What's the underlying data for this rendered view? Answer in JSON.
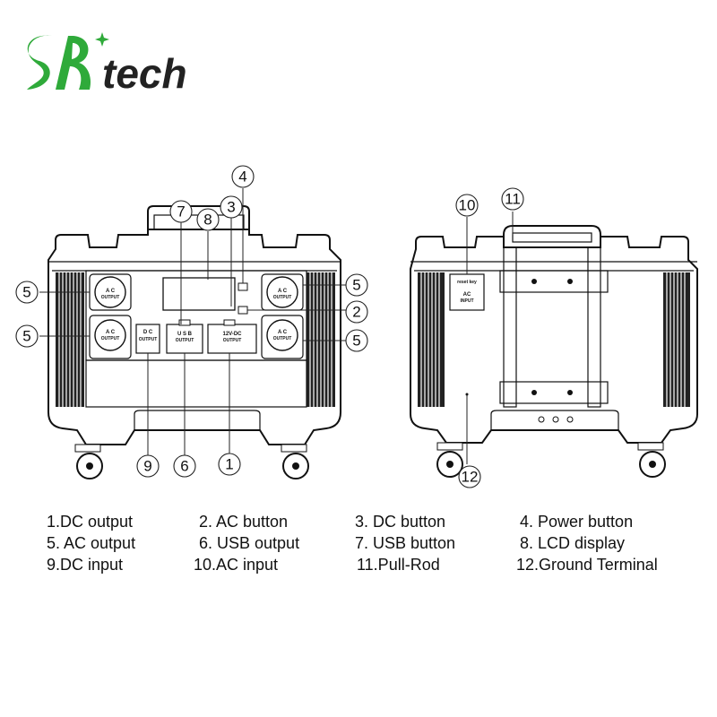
{
  "brand": {
    "logo_text": "SR tech",
    "accent_color": "#2faa3a",
    "text_color": "#222222"
  },
  "front_view": {
    "port_labels": {
      "ac": "A C",
      "output": "OUTPUT",
      "dc": "D C",
      "usb": "U S B",
      "dc12": "12V-DC"
    },
    "callouts": [
      "1",
      "2",
      "3",
      "4",
      "5",
      "6",
      "7",
      "8",
      "9"
    ]
  },
  "back_view": {
    "reset_key": "reset key",
    "ac": "AC",
    "input": "INPUT",
    "callouts": [
      "10",
      "11",
      "12"
    ]
  },
  "legend": [
    "1.DC output",
    "2. AC button",
    "3. DC button",
    "4. Power button",
    "5. AC output",
    "6. USB output",
    "7. USB button",
    "8. LCD display",
    "9.DC input",
    "10.AC input",
    "11.Pull-Rod",
    "12.Ground Terminal"
  ]
}
